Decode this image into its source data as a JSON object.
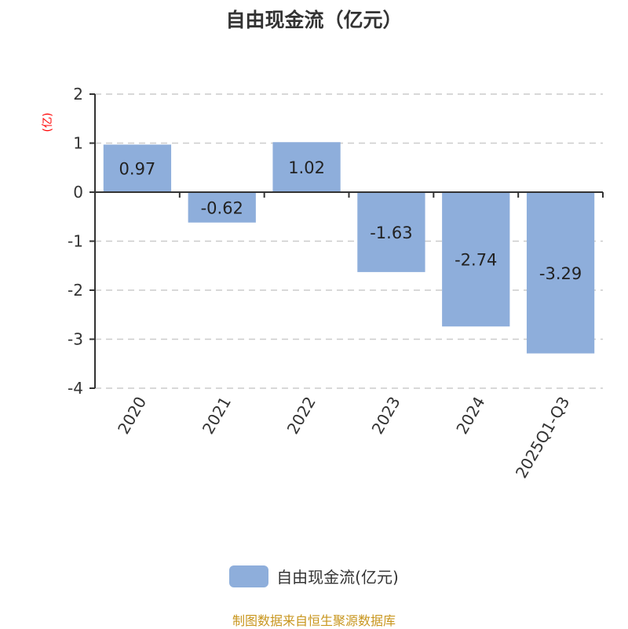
{
  "chart_data": {
    "type": "bar",
    "title": "自由现金流（亿元）",
    "ylabel": "(亿)",
    "xlabel": "",
    "categories": [
      "2020",
      "2021",
      "2022",
      "2023",
      "2024",
      "2025Q1-Q3"
    ],
    "series": [
      {
        "name": "自由现金流(亿元)",
        "values": [
          0.97,
          -0.62,
          1.02,
          -1.63,
          -2.74,
          -3.29
        ]
      }
    ],
    "ylim": [
      -4,
      2
    ],
    "yticks": [
      2,
      1,
      0,
      -1,
      -2,
      -3,
      -4
    ],
    "grid": true,
    "legend_position": "bottom",
    "bar_color": "#8eaedb"
  },
  "source": "制图数据来自恒生聚源数据库"
}
